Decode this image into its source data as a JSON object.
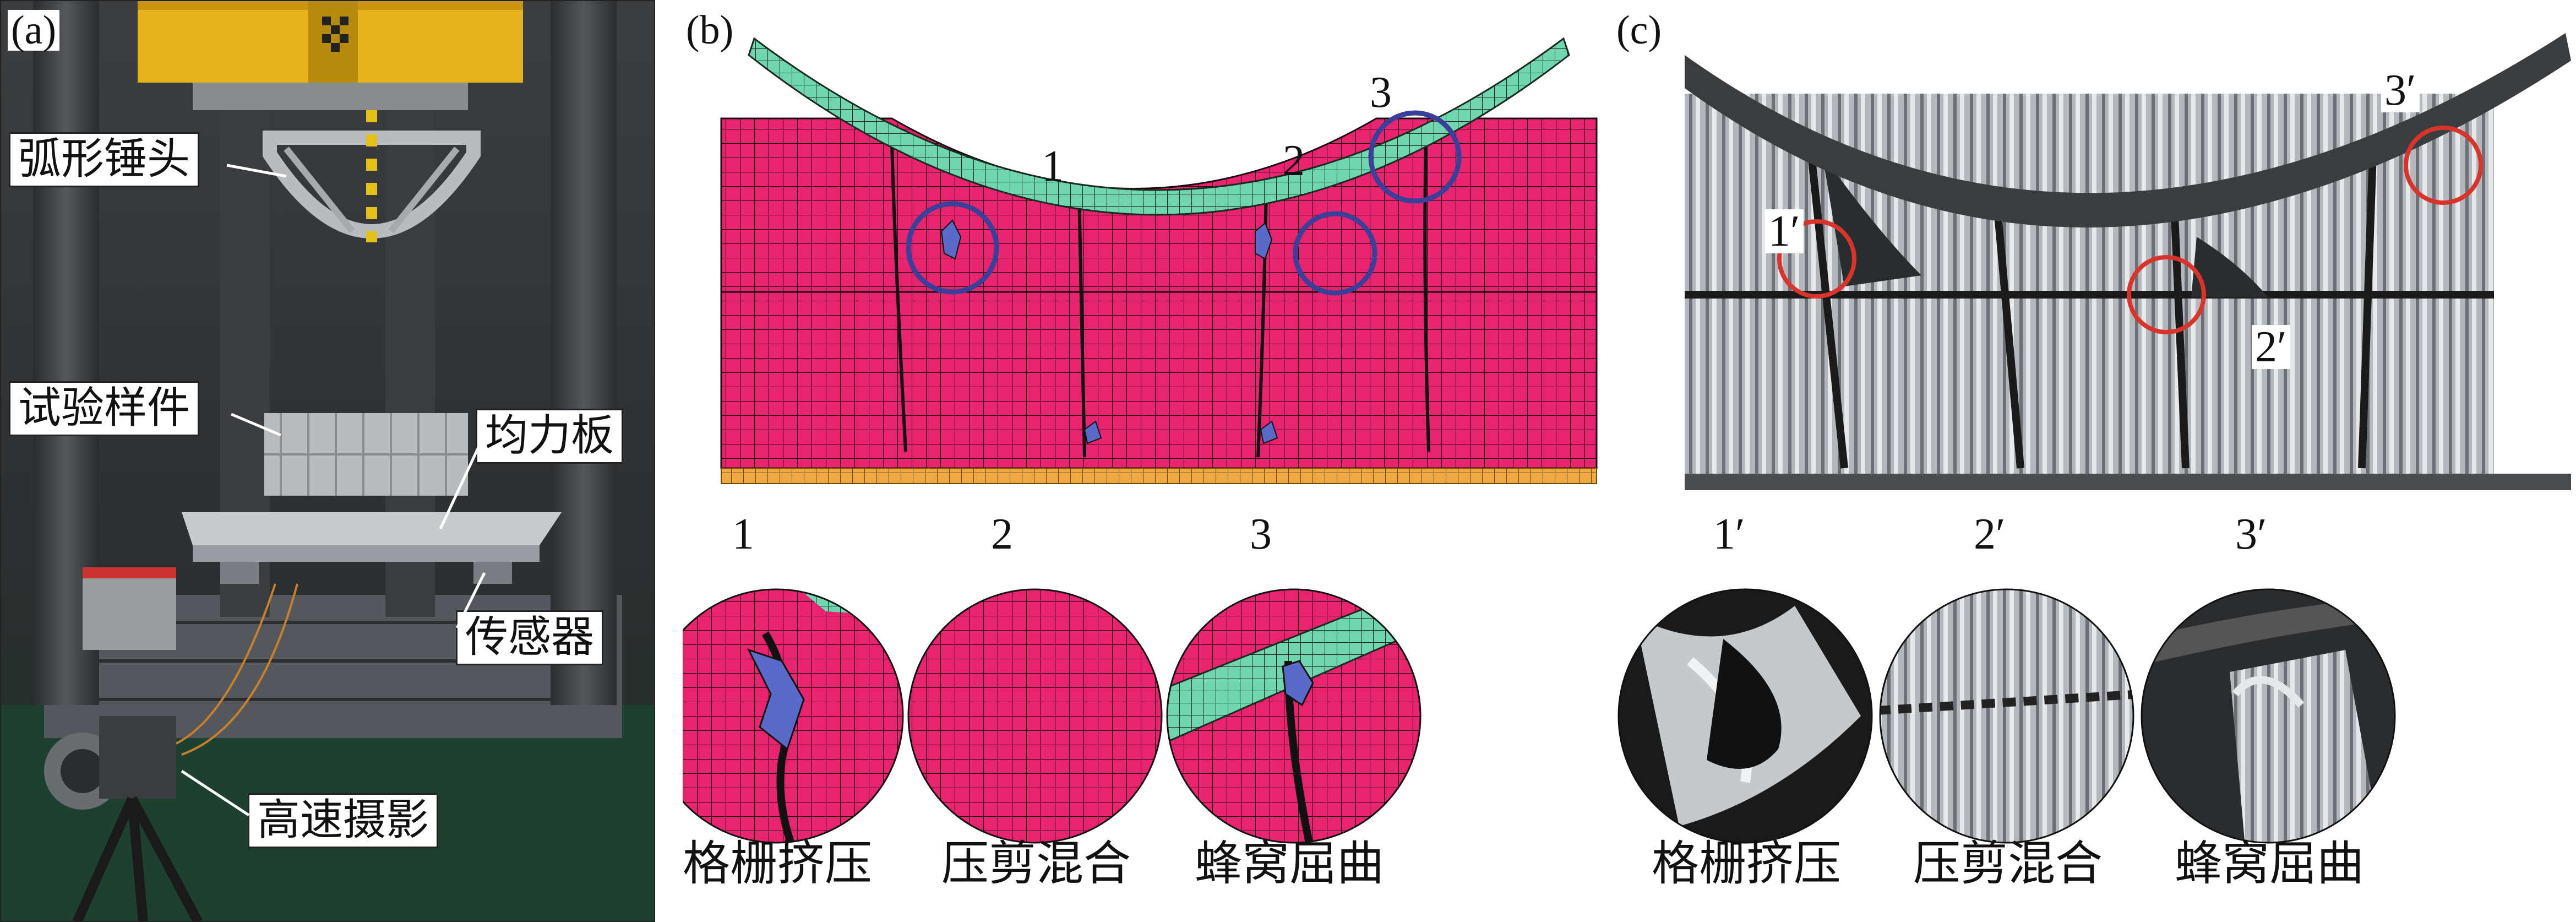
{
  "panel_a": {
    "label": "(a)",
    "callouts": {
      "hammer": "弧形锤头",
      "specimen": "试验样件",
      "plate": "均力板",
      "sensor": "传感器",
      "camera": "高速摄影"
    }
  },
  "panel_b": {
    "label": "(b)",
    "markers": [
      "1",
      "2",
      "3"
    ],
    "detail_labels": [
      "1",
      "2",
      "3"
    ],
    "captions": [
      "格栅挤压",
      "压剪混合",
      "蜂窝屈曲"
    ]
  },
  "panel_c": {
    "label": "(c)",
    "markers": [
      "1′",
      "2′",
      "3′"
    ],
    "detail_labels": [
      "1′",
      "2′",
      "3′"
    ],
    "captions": [
      "格栅挤压",
      "压剪混合",
      "蜂窝屈曲"
    ]
  },
  "colors": {
    "magenta_mesh": "#e8246e",
    "teal_mesh": "#6fd6b0",
    "orange_base": "#f0a840",
    "blue_circle": "#3a3f9a",
    "red_circle": "#d9342b",
    "steel": "#9a9ea4"
  }
}
